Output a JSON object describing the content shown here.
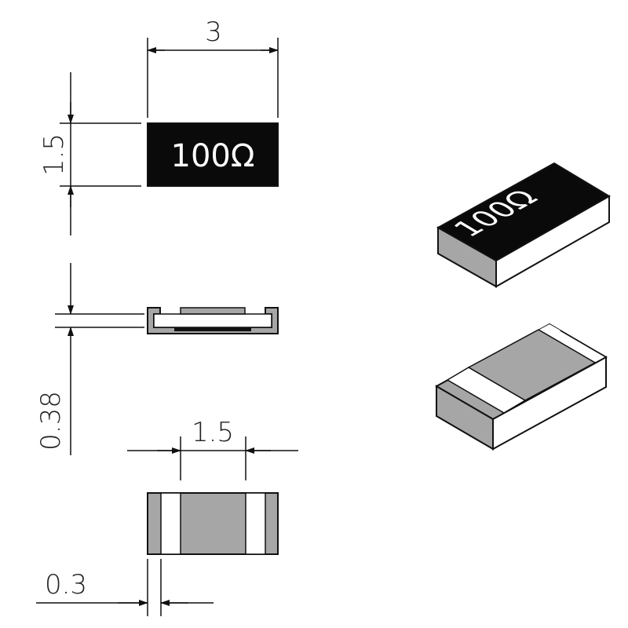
{
  "dimensions": {
    "length": "3",
    "width": "1.5",
    "thickness": "0.38",
    "terminal_width": "1.5",
    "terminal_band": "0.3"
  },
  "marking": "100Ω",
  "colors": {
    "body_top": "#0a0a0a",
    "ceramic_gray": "#a6a6a6",
    "terminal_white": "#ffffff",
    "outline": "#111111"
  }
}
